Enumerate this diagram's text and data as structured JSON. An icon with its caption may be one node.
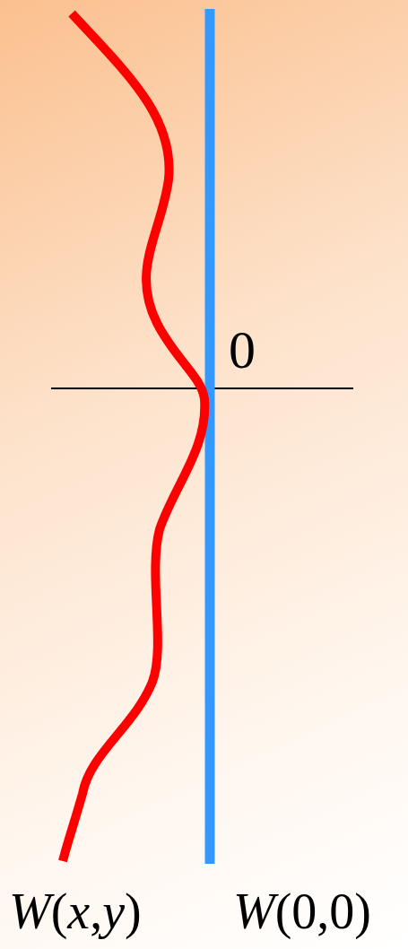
{
  "diagram": {
    "labels": [
      "0",
      "*W*(*x*,*y*)",
      "*W*(0,0)"
    ]
  }
}
